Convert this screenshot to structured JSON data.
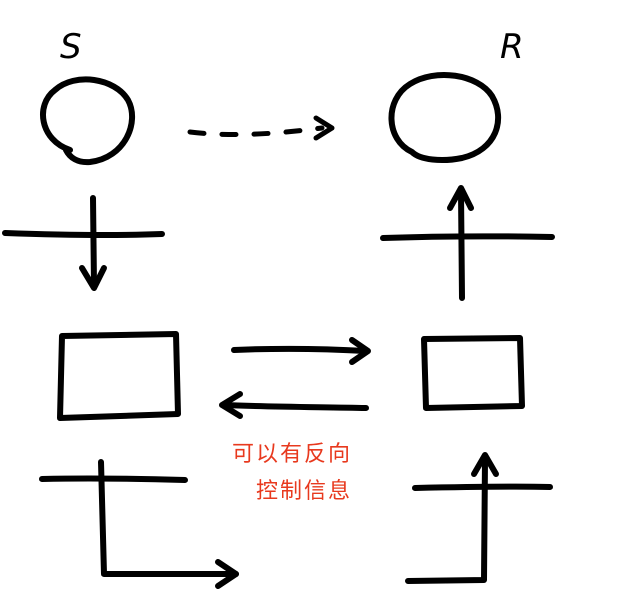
{
  "labels": {
    "sender": "S",
    "receiver": "R"
  },
  "annotation": {
    "line1": "可以有反向",
    "line2": "控制信息",
    "color": "#e8391e"
  },
  "colors": {
    "ink": "#000000",
    "background": "#ffffff"
  }
}
